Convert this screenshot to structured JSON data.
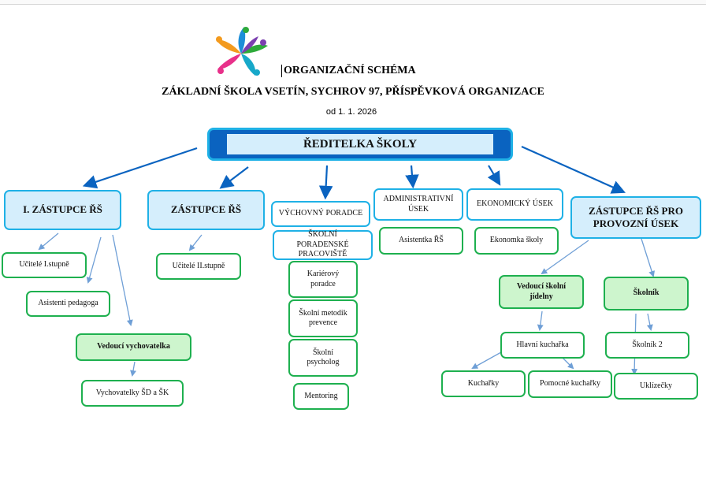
{
  "header": {
    "title": "ORGANIZAČNÍ SCHÉMA",
    "school": "ZÁKLADNÍ ŠKOLA VSETÍN, SYCHROV 97, PŘÍSPĚVKOVÁ ORGANIZACE",
    "date": "od 1. 1. 2026"
  },
  "root": "ŘEDITELKA ŠKOLY",
  "level1": {
    "first_deputy": "I. ZÁSTUPCE ŘŠ",
    "deputy": "ZÁSTUPCE ŘŠ",
    "counselor": "VÝCHOVNÝ PORADCE",
    "admin": "ADMINISTRATIVNÍ ÚSEK",
    "economic": "EKONOMICKÝ ÚSEK",
    "operations_deputy": "ZÁSTUPCE ŘŠ PRO PROVOZNÍ ÚSEK"
  },
  "nodes": {
    "teachers1": "Učitelé I.stupně",
    "assistants": "Asistenti pedagoga",
    "head_educator": "Vedoucí vychovatelka",
    "educators": "Vychovatelky ŠD a ŠK",
    "teachers2": "Učitelé II.stupně",
    "counseling_center": "ŠKOLNÍ PORADENSKÉ PRACOVIŠTĚ",
    "career": "Kariérový poradce",
    "methodist": "Školní metodik prevence",
    "psychologist": "Školní psycholog",
    "mentoring": "Mentoring",
    "assistant_director": "Asistentka ŘŠ",
    "economist": "Ekonomka školy",
    "canteen_head": "Vedoucí školní jídelny",
    "head_cook": "Hlavní kuchařka",
    "cooks": "Kuchařky",
    "kitchen_helpers": "Pomocné kuchařky",
    "caretaker": "Školník",
    "caretaker2": "Školník 2",
    "cleaners": "Uklízečky"
  },
  "colors": {
    "root_fill": "#0a63c0",
    "node_border_blue": "#1fb1e6",
    "node_fill_blue": "#d5eefc",
    "node_border_green": "#1eb04f",
    "node_fill_green": "#cdf5cd",
    "arrow_dark": "#0a63c0",
    "arrow_light": "#6f9fd6"
  },
  "icons": {
    "logo": "star-figures-logo"
  }
}
